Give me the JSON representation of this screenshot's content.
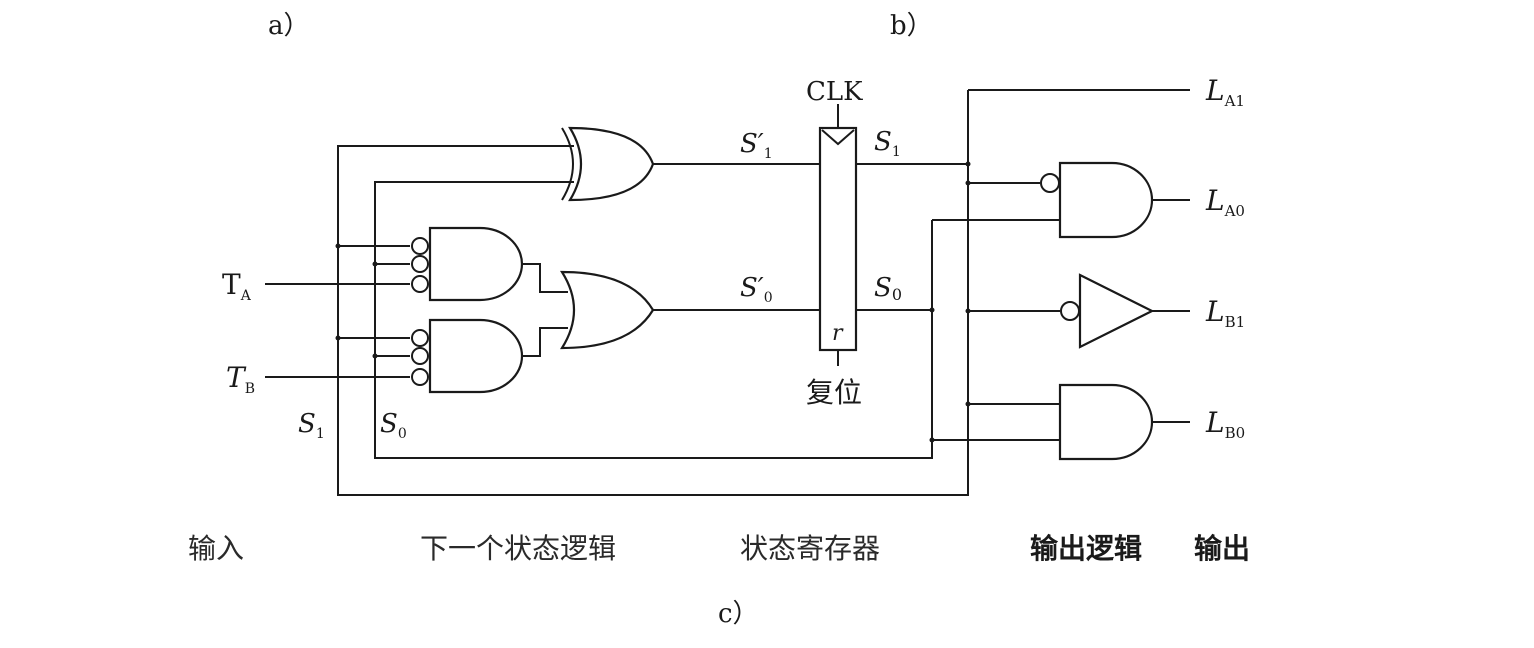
{
  "captions": {
    "a": "a）",
    "b": "b）",
    "c": "c）"
  },
  "inputs": {
    "ta": "T",
    "ta_sub": "A",
    "tb": "T",
    "tb_sub": "B"
  },
  "feedback": {
    "s1": "S",
    "s1_sub": "1",
    "s0": "S",
    "s0_sub": "0"
  },
  "next_state": {
    "s1p": "S′",
    "s1p_sub": "1",
    "s0p": "S′",
    "s0p_sub": "0"
  },
  "register": {
    "clk": "CLK",
    "q1": "S",
    "q1_sub": "1",
    "q0": "S",
    "q0_sub": "0",
    "r": "r",
    "reset": "复位"
  },
  "outputs": [
    {
      "name": "L",
      "sub": "A1"
    },
    {
      "name": "L",
      "sub": "A0"
    },
    {
      "name": "L",
      "sub": "B1"
    },
    {
      "name": "L",
      "sub": "B0"
    }
  ],
  "sections": {
    "input": "输入",
    "next_state_logic": "下一个状态逻辑",
    "state_register": "状态寄存器",
    "output_logic": "输出逻辑",
    "output": "输出"
  }
}
